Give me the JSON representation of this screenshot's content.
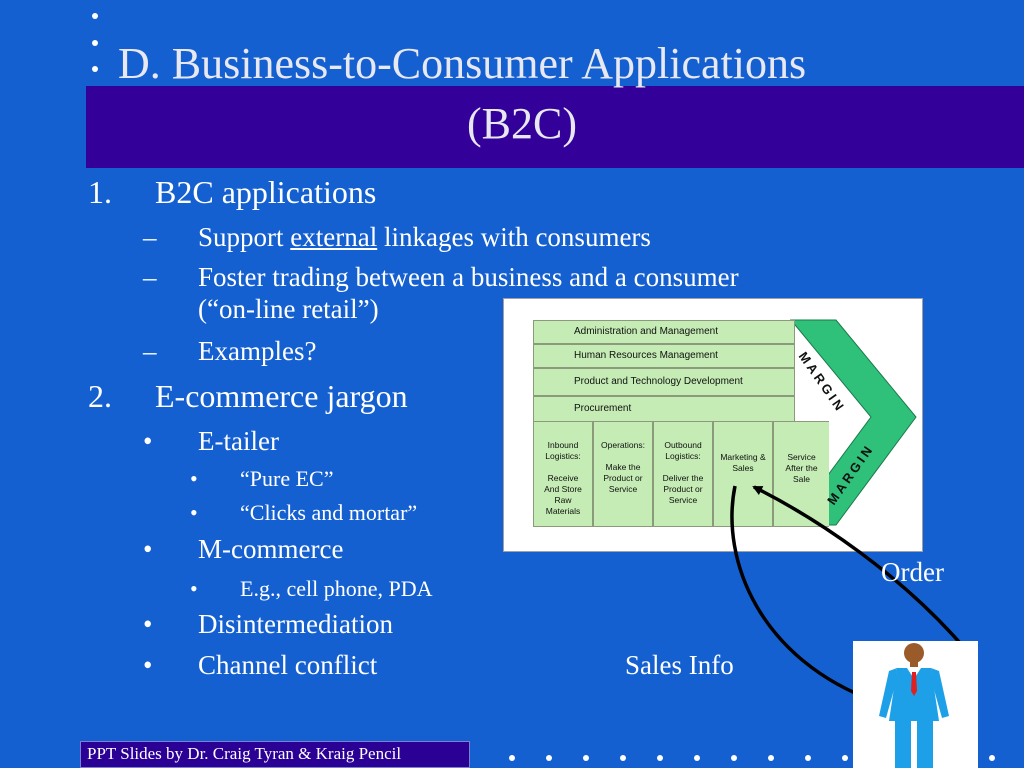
{
  "title": {
    "line1": "D. Business-to-Consumer Applications",
    "line2": "(B2C)"
  },
  "outline": {
    "item1": {
      "num": "1.",
      "label": "B2C applications",
      "sub1": {
        "marker": "–",
        "pre": "Support ",
        "emph": "external",
        "post": " linkages with consumers"
      },
      "sub2": {
        "marker": "–",
        "line1": "Foster trading between a business and a consumer",
        "line2": "(“on-line retail”)"
      },
      "sub3": {
        "marker": "–",
        "label": "Examples?"
      }
    },
    "item2": {
      "num": "2.",
      "label": "E-commerce jargon",
      "b1": {
        "marker": "•",
        "label": "E-tailer"
      },
      "b1a": {
        "marker": "•",
        "label": "“Pure EC”"
      },
      "b1b": {
        "marker": "•",
        "label": "“Clicks and mortar”"
      },
      "b2": {
        "marker": "•",
        "label": "M-commerce"
      },
      "b2a": {
        "marker": "•",
        "label": "E.g., cell phone, PDA"
      },
      "b3": {
        "marker": "•",
        "label": "Disintermediation"
      },
      "b4": {
        "marker": "•",
        "label": "Channel conflict"
      }
    }
  },
  "value_chain": {
    "support": [
      "Administration and Management",
      "Human Resources Management",
      "Product and Technology Development",
      "Procurement"
    ],
    "primary": [
      {
        "line1": "Inbound",
        "line2": "Logistics:",
        "line3": "",
        "line4": "Receive",
        "line5": "And Store",
        "line6": "Raw",
        "line7": "Materials"
      },
      {
        "line1": "Operations:",
        "line2": "",
        "line3": "Make the",
        "line4": "Product or",
        "line5": "Service",
        "line6": "",
        "line7": ""
      },
      {
        "line1": "Outbound",
        "line2": "Logistics:",
        "line3": "",
        "line4": "Deliver the",
        "line5": "Product or",
        "line6": "Service",
        "line7": ""
      },
      {
        "line1": "Marketing &",
        "line2": "Sales",
        "line3": "",
        "line4": "",
        "line5": "",
        "line6": "",
        "line7": ""
      },
      {
        "line1": "Service",
        "line2": "After the",
        "line3": "Sale",
        "line4": "",
        "line5": "",
        "line6": "",
        "line7": ""
      }
    ],
    "margin_label": "MARGIN"
  },
  "labels": {
    "order": "Order",
    "sales_info": "Sales Info"
  },
  "footer": "PPT Slides by Dr. Craig Tyran & Kraig Pencil",
  "colors": {
    "background": "#1560d0",
    "title_band": "#33009a",
    "cell_fill": "#c4ecb4",
    "margin_fill": "#2fc07a",
    "footer_fill": "#2a0095"
  }
}
